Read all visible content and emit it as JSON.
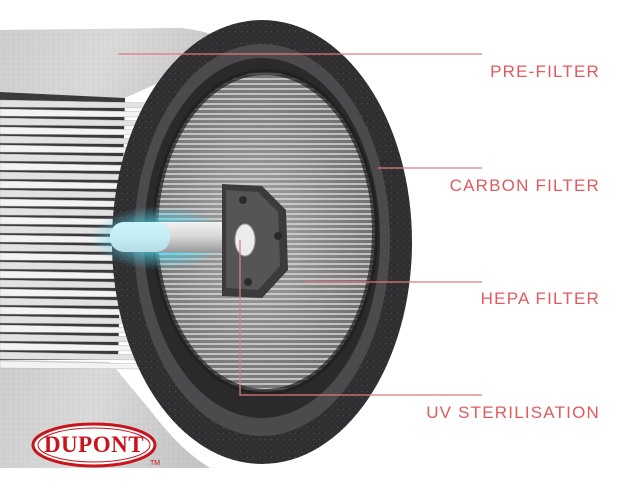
{
  "labels": {
    "pre_filter": "PRE-FILTER",
    "carbon_filter": "CARBON FILTER",
    "hepa_filter": "HEPA FILTER",
    "uv_sterilisation": "UV STERILISATION"
  },
  "logo": {
    "text": "DUPONT",
    "trademark": "TM"
  },
  "colors": {
    "label_text": "#e05a5e",
    "leader_line": "#e07a7d",
    "logo_red": "#c8141d",
    "carbon": "#2e2e30",
    "uv_glow": "#56d6ee"
  }
}
